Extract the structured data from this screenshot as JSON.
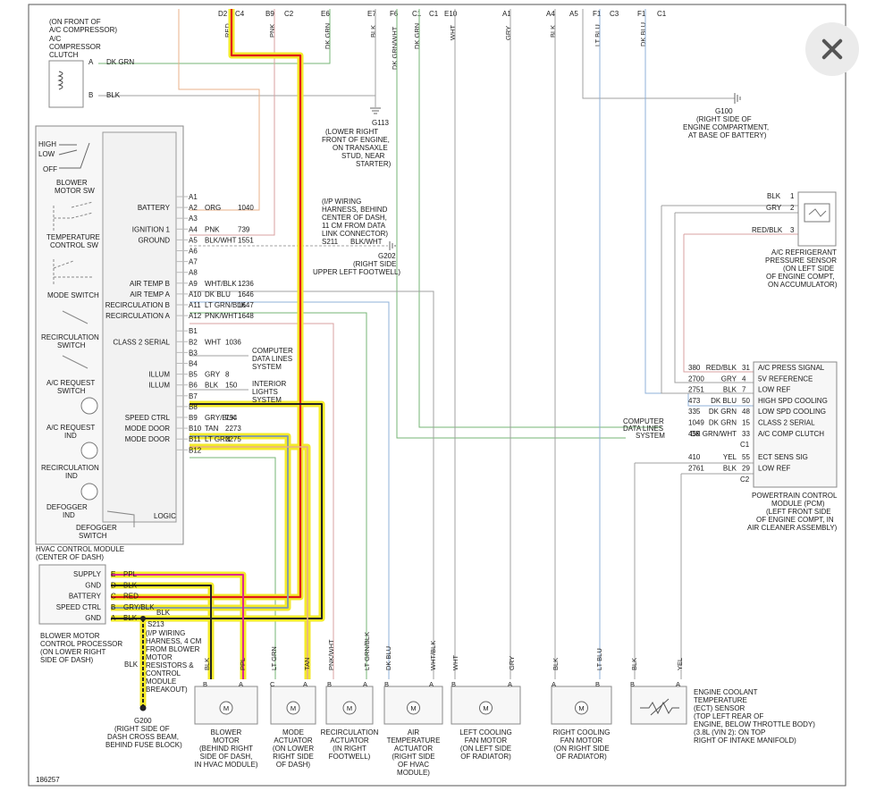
{
  "close_button": {
    "label": "×",
    "icon": "close-icon"
  },
  "diagram_id": "186257",
  "top_connectors": [
    {
      "pin": "D2",
      "conn": "C4",
      "wire": "RED"
    },
    {
      "pin": "B9",
      "conn": "C2",
      "wire": "PNK"
    },
    {
      "pin": "E6",
      "conn": "",
      "wire": "DK GRN"
    },
    {
      "pin": "E7",
      "conn": "",
      "wire": "BLK"
    },
    {
      "pin": "F6",
      "conn": "",
      "wire": "DK GRN/WHT"
    },
    {
      "pin": "C1",
      "conn": "C1",
      "wire": "DK GRN"
    },
    {
      "pin": "E10",
      "conn": "",
      "wire": "WHT"
    },
    {
      "pin": "A1",
      "conn": "",
      "wire": "GRY"
    },
    {
      "pin": "A4",
      "conn": "",
      "wire": "BLK"
    },
    {
      "pin": "A5",
      "conn": "",
      "wire": ""
    },
    {
      "pin": "F1",
      "conn": "C3",
      "wire": "LT BLU"
    },
    {
      "pin": "F1",
      "conn": "C1",
      "wire": "DK BLU"
    }
  ],
  "compressor": {
    "label": "(ON FRONT OF A/C COMPRESSOR) A/C COMPRESSOR CLUTCH",
    "label_lines": [
      "(ON FRONT OF",
      "A/C COMPRESSOR)",
      "A/C",
      "COMPRESSOR",
      "CLUTCH"
    ],
    "pins": [
      {
        "pin": "A",
        "wire": "DK GRN"
      },
      {
        "pin": "B",
        "wire": "BLK"
      }
    ]
  },
  "grounds": {
    "g113": {
      "id": "G113",
      "lines": [
        "(LOWER RIGHT",
        "FRONT OF ENGINE,",
        "ON TRANSAXLE",
        "STUD, NEAR",
        "STARTER)"
      ]
    },
    "g100": {
      "id": "G100",
      "lines": [
        "(RIGHT SIDE OF",
        "ENGINE COMPARTMENT,",
        "AT BASE OF BATTERY)"
      ]
    },
    "g202": {
      "id": "G202",
      "lines": [
        "(RIGHT SIDE",
        "UPPER LEFT FOOTWELL)"
      ]
    },
    "g200": {
      "id": "G200",
      "lines": [
        "(RIGHT SIDE OF",
        "DASH CROSS BEAM,",
        "BEHIND FUSE BLOCK)"
      ]
    }
  },
  "splice_s211": {
    "id": "S211",
    "wire": "BLK/WHT",
    "lines": [
      "(I/P WIRING",
      "HARNESS, BEHIND",
      "CENTER OF DASH,",
      "11 CM FROM DATA",
      "LINK CONNECTOR)"
    ]
  },
  "splice_s213": {
    "id": "S213",
    "wire": "BLK",
    "lines": [
      "(I/P WIRING",
      "HARNESS, 4 CM",
      "FROM BLOWER",
      "MOTOR",
      "RESISTORS &",
      "CONTROL",
      "MODULE",
      "BREAKOUT)"
    ]
  },
  "hvac_module": {
    "title_lines": [
      "HVAC CONTROL MODULE",
      "(CENTER OF DASH)"
    ],
    "switches": [
      {
        "name": "blower",
        "lines": [
          "BLOWER",
          "MOTOR SW"
        ],
        "positions": [
          "HIGH",
          "LOW",
          "OFF"
        ]
      },
      {
        "name": "temperature",
        "lines": [
          "TEMPERATURE",
          "CONTROL SW"
        ]
      },
      {
        "name": "mode",
        "lines": [
          "MODE SWITCH"
        ]
      },
      {
        "name": "recirculation",
        "lines": [
          "RECIRCULATION",
          "SWITCH"
        ]
      },
      {
        "name": "ac-request",
        "lines": [
          "A/C REQUEST",
          "SWITCH"
        ]
      },
      {
        "name": "ac-request-ind",
        "lines": [
          "A/C REQUEST",
          "IND"
        ]
      },
      {
        "name": "recirculation-ind",
        "lines": [
          "RECIRCULATION",
          "IND"
        ]
      },
      {
        "name": "defogger",
        "lines": [
          "DEFOGGER",
          "IND"
        ]
      },
      {
        "name": "defogger-switch",
        "lines": [
          "DEFOGGER",
          "SWITCH"
        ]
      }
    ],
    "logic_label": "LOGIC",
    "pins": [
      {
        "pin": "A1",
        "func": "",
        "wire": "",
        "circuit": ""
      },
      {
        "pin": "A2",
        "func": "BATTERY",
        "wire": "ORG",
        "circuit": "1040"
      },
      {
        "pin": "A3",
        "func": "",
        "wire": "",
        "circuit": ""
      },
      {
        "pin": "A4",
        "func": "IGNITION 1",
        "wire": "PNK",
        "circuit": "739"
      },
      {
        "pin": "A5",
        "func": "GROUND",
        "wire": "BLK/WHT",
        "circuit": "1551"
      },
      {
        "pin": "A6",
        "func": "",
        "wire": "",
        "circuit": ""
      },
      {
        "pin": "A7",
        "func": "",
        "wire": "",
        "circuit": ""
      },
      {
        "pin": "A8",
        "func": "",
        "wire": "",
        "circuit": ""
      },
      {
        "pin": "A9",
        "func": "AIR TEMP B",
        "wire": "WHT/BLK",
        "circuit": "1236"
      },
      {
        "pin": "A10",
        "func": "AIR TEMP A",
        "wire": "DK BLU",
        "circuit": "1646"
      },
      {
        "pin": "A11",
        "func": "RECIRCULATION B",
        "wire": "LT GRN/BLK",
        "circuit": "1647"
      },
      {
        "pin": "A12",
        "func": "RECIRCULATION A",
        "wire": "PNK/WHT",
        "circuit": "1648"
      },
      {
        "pin": "B1",
        "func": "",
        "wire": "",
        "circuit": ""
      },
      {
        "pin": "B2",
        "func": "CLASS 2 SERIAL",
        "wire": "WHT",
        "circuit": "1036"
      },
      {
        "pin": "B3",
        "func": "",
        "wire": "",
        "circuit": ""
      },
      {
        "pin": "B4",
        "func": "",
        "wire": "",
        "circuit": ""
      },
      {
        "pin": "B5",
        "func": "ILLUM",
        "wire": "GRY",
        "circuit": "8"
      },
      {
        "pin": "B6",
        "func": "ILLUM",
        "wire": "BLK",
        "circuit": "150"
      },
      {
        "pin": "B7",
        "func": "",
        "wire": "",
        "circuit": ""
      },
      {
        "pin": "B8",
        "func": "",
        "wire": "",
        "circuit": ""
      },
      {
        "pin": "B9",
        "func": "SPEED CTRL",
        "wire": "GRY/BLK",
        "circuit": "754"
      },
      {
        "pin": "B10",
        "func": "MODE DOOR",
        "wire": "TAN",
        "circuit": "2273"
      },
      {
        "pin": "B11",
        "func": "MODE DOOR",
        "wire": "LT GRN",
        "circuit": "2275"
      },
      {
        "pin": "B12",
        "func": "",
        "wire": "",
        "circuit": ""
      }
    ],
    "notes": [
      {
        "lines": [
          "COMPUTER",
          "DATA LINES",
          "SYSTEM"
        ]
      },
      {
        "lines": [
          "INTERIOR",
          "LIGHTS",
          "SYSTEM"
        ]
      }
    ]
  },
  "blower_control": {
    "title_lines": [
      "BLOWER MOTOR",
      "CONTROL PROCESSOR",
      "(ON LOWER RIGHT",
      "SIDE OF DASH)"
    ],
    "pins": [
      {
        "func": "SUPPLY",
        "pin": "E",
        "wire": "PPL"
      },
      {
        "func": "GND",
        "pin": "D",
        "wire": "BLK"
      },
      {
        "func": "BATTERY",
        "pin": "C",
        "wire": "RED"
      },
      {
        "func": "SPEED CTRL",
        "pin": "B",
        "wire": "GRY/BLK"
      },
      {
        "func": "GND",
        "pin": "A",
        "wire": "BLK"
      }
    ],
    "ground_wire": "BLK"
  },
  "pressure_sensor": {
    "lines": [
      "A/C REFRIGERANT",
      "PRESSURE SENSOR",
      "(ON LEFT SIDE",
      "OF ENGINE COMPT,",
      "ON ACCUMULATOR)"
    ],
    "pins": [
      {
        "wire": "BLK",
        "pin": "1"
      },
      {
        "wire": "GRY",
        "pin": "2"
      },
      {
        "wire": "RED/BLK",
        "pin": "3"
      }
    ]
  },
  "pcm": {
    "lines": [
      "POWERTRAIN CONTROL",
      "MODULE (PCM)",
      "(LEFT FRONT SIDE",
      "OF ENGINE COMPT, IN",
      "AIR CLEANER ASSEMBLY)"
    ],
    "pins": [
      {
        "circuit": "380",
        "wire": "RED/BLK",
        "pin": "31",
        "func": "A/C PRESS SIGNAL"
      },
      {
        "circuit": "2700",
        "wire": "GRY",
        "pin": "4",
        "func": "5V REFERENCE"
      },
      {
        "circuit": "2751",
        "wire": "BLK",
        "pin": "7",
        "func": "LOW REF"
      },
      {
        "circuit": "473",
        "wire": "DK BLU",
        "pin": "50",
        "func": "HIGH SPD COOLING"
      },
      {
        "circuit": "335",
        "wire": "DK GRN",
        "pin": "48",
        "func": "LOW SPD COOLING"
      },
      {
        "circuit": "1049",
        "wire": "DK GRN",
        "pin": "15",
        "func": "CLASS 2 SERIAL"
      },
      {
        "circuit": "459",
        "wire": "DK GRN/WHT",
        "pin": "33",
        "func": "A/C COMP CLUTCH"
      },
      {
        "circuit": "410",
        "wire": "YEL",
        "pin": "55",
        "func": "ECT SENS SIG"
      },
      {
        "circuit": "2761",
        "wire": "BLK",
        "pin": "29",
        "func": "LOW REF"
      }
    ],
    "conn_c1": "C1",
    "conn_c2": "C2",
    "cdl_lines": [
      "COMPUTER",
      "DATA LINES",
      "SYSTEM"
    ]
  },
  "actuators": [
    {
      "name": "blower-motor",
      "wires": [
        "BLK",
        "PPL"
      ],
      "pins": [
        "B",
        "A"
      ],
      "lines": [
        "BLOWER",
        "MOTOR",
        "(BEHIND RIGHT",
        "SIDE OF DASH,",
        "IN HVAC MODULE)"
      ]
    },
    {
      "name": "mode-actuator",
      "wires": [
        "LT GRN",
        "TAN"
      ],
      "pins": [
        "C",
        "A"
      ],
      "lines": [
        "MODE",
        "ACTUATOR",
        "(ON LOWER",
        "RIGHT SIDE",
        "OF DASH)"
      ]
    },
    {
      "name": "recirculation-actuator",
      "wires": [
        "PNK/WHT",
        "LT GRN/BLK"
      ],
      "pins": [
        "B",
        "A"
      ],
      "lines": [
        "RECIRCULATION",
        "ACTUATOR",
        "(IN RIGHT",
        "FOOTWELL)"
      ]
    },
    {
      "name": "air-temperature-actuator",
      "wires": [
        "DK BLU",
        "WHT/BLK"
      ],
      "pins": [
        "B",
        "A"
      ],
      "lines": [
        "AIR",
        "TEMPERATURE",
        "ACTUATOR",
        "(RIGHT SIDE",
        "OF HVAC",
        "MODULE)"
      ]
    },
    {
      "name": "left-cooling-fan-motor",
      "wires": [
        "WHT",
        "GRY"
      ],
      "pins": [
        "B",
        "A"
      ],
      "lines": [
        "LEFT COOLING",
        "FAN MOTOR",
        "(ON LEFT SIDE",
        "OF RADIATOR)"
      ]
    },
    {
      "name": "right-cooling-fan-motor",
      "wires": [
        "BLK",
        "LT BLU"
      ],
      "pins": [
        "A",
        "B"
      ],
      "lines": [
        "RIGHT COOLING",
        "FAN MOTOR",
        "(ON RIGHT SIDE",
        "OF RADIATOR)"
      ]
    },
    {
      "name": "ect-sensor",
      "wires": [
        "BLK",
        "YEL"
      ],
      "pins": [
        "B",
        "A"
      ],
      "lines": [
        "ENGINE COOLANT",
        "TEMPERATURE",
        "(ECT) SENSOR",
        "(TOP LEFT REAR OF",
        "ENGINE, BELOW THROTTLE BODY)",
        "(3.8L (VIN 2): ON TOP",
        "RIGHT OF INTAKE MANIFOLD)"
      ]
    }
  ],
  "motor_symbol": "M",
  "colors": {
    "highlight": "#f3ea2a",
    "red_wire": "#e01818",
    "pink_wire": "#e0288f"
  }
}
